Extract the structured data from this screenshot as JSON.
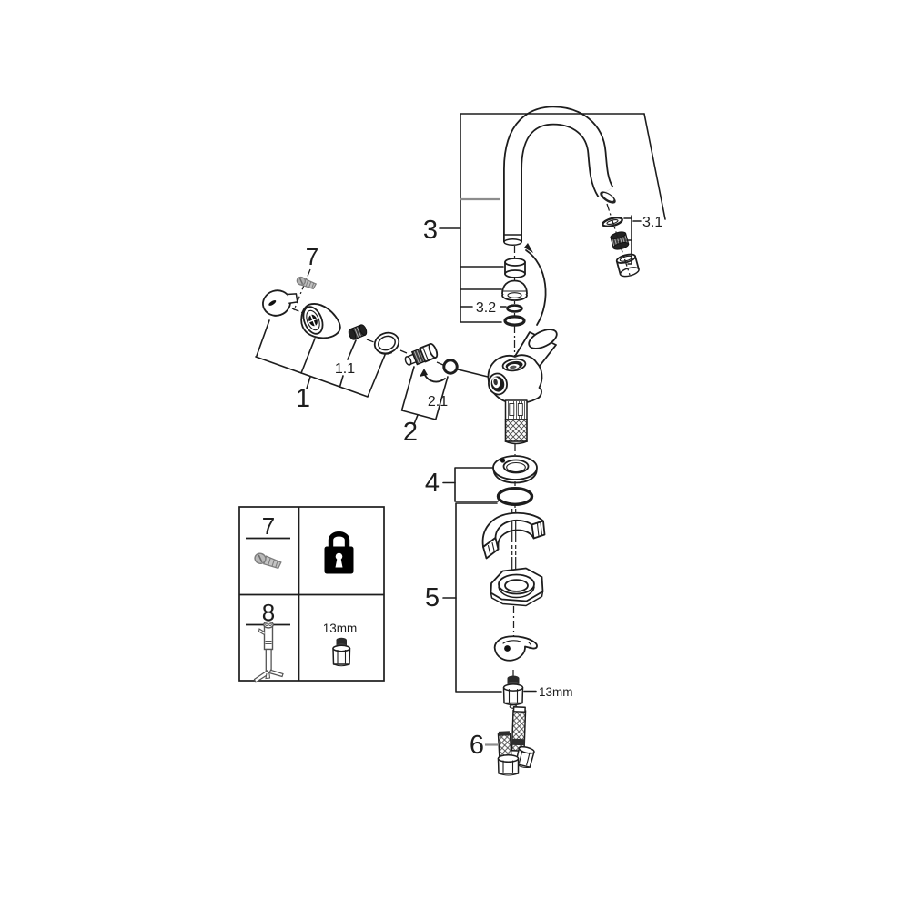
{
  "diagram": {
    "type": "exploded-parts-diagram",
    "subject": "single-hole basin faucet with swivel spout",
    "callouts": {
      "n1": "1",
      "n1_1": "1.1",
      "n2": "2",
      "n2_1": "2.1",
      "n3": "3",
      "n3_1": "3.1",
      "n3_2": "3.2",
      "n4": "4",
      "n5": "5",
      "n6": "6",
      "n7": "7",
      "size_label": "13mm"
    },
    "legend": {
      "row1_number": "7",
      "row1_icon": "screw",
      "row1_symbol": "padlock",
      "row2_number": "8",
      "row2_icon": "mounting-tool",
      "row2_size": "13mm",
      "row2_symbol": "socket-nut"
    },
    "colors": {
      "line": "#1d1d1d",
      "accessory_gray": "#9a9a9a",
      "lock_black": "#000000",
      "background": "#ffffff"
    }
  }
}
